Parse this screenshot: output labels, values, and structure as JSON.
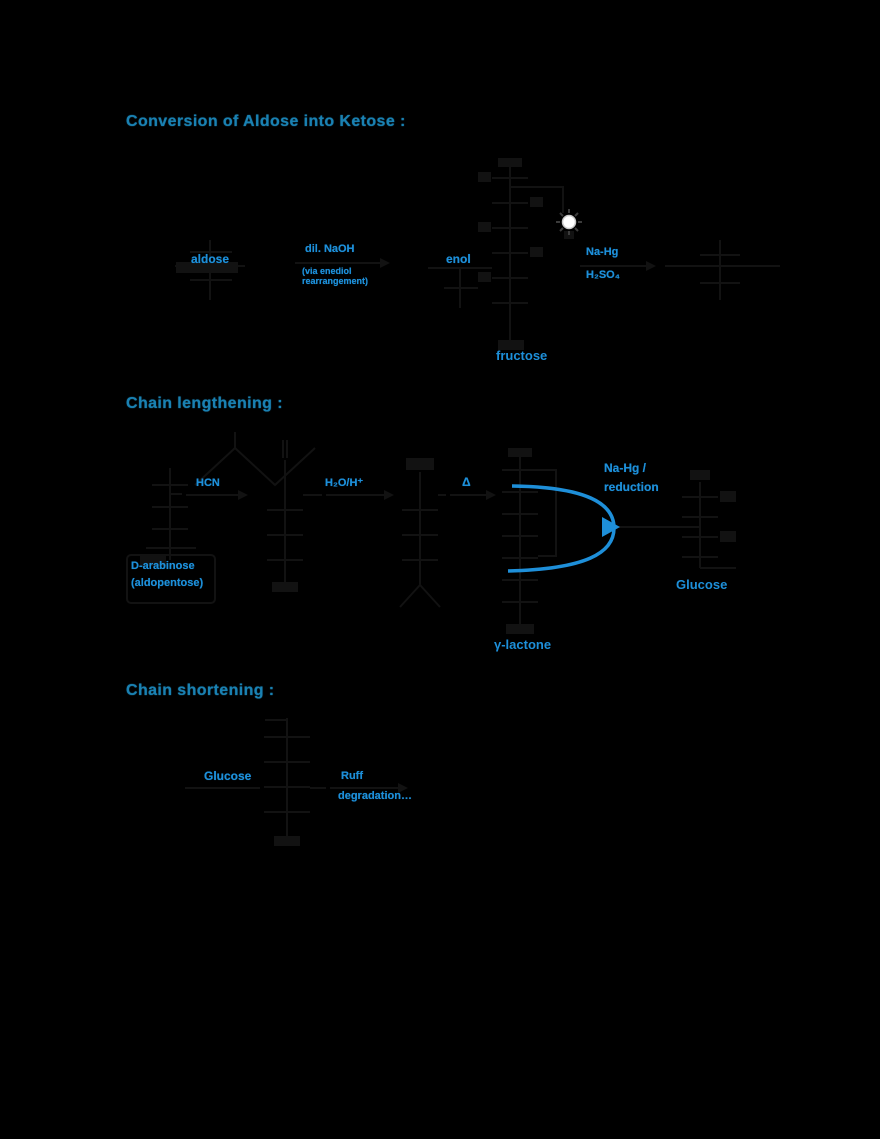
{
  "colors": {
    "background": "#000000",
    "ink": "#121212",
    "heading_blue": "#1a81b2",
    "label_blue": "#1d8fd9",
    "arc_blue": "#1e8fd9",
    "stereocenter_white": "#ffffff"
  },
  "headings": {
    "h1": "Conversion of Aldose into Ketose :",
    "h2": "Chain lengthening :",
    "h3": "Chain shortening :"
  },
  "scheme1": {
    "reactant_label": "aldose",
    "arrow1_top": "dil. NaOH",
    "arrow1_bottom_1": "(via enediol",
    "arrow1_bottom_2": "rearrangement)",
    "intermediate_label": "enol",
    "arrow2_top": "Na-Hg",
    "arrow2_bottom": "H₂SO₄",
    "product_caption": "fructose"
  },
  "scheme2": {
    "reactant_caption_1": "D-arabinose",
    "reactant_caption_2": "(aldopentose)",
    "arrow1_label": "HCN",
    "arrow2_label": "H₂O/H⁺",
    "arrow3_label": "Δ",
    "lactone_caption": "γ-lactone",
    "arc_label_1": "Na-Hg /",
    "arc_label_2": "reduction",
    "product_caption": "Glucose"
  },
  "scheme3": {
    "reactant_label": "Glucose",
    "arrow_label_1": "Ruff",
    "arrow_label_2": "degradation…"
  }
}
